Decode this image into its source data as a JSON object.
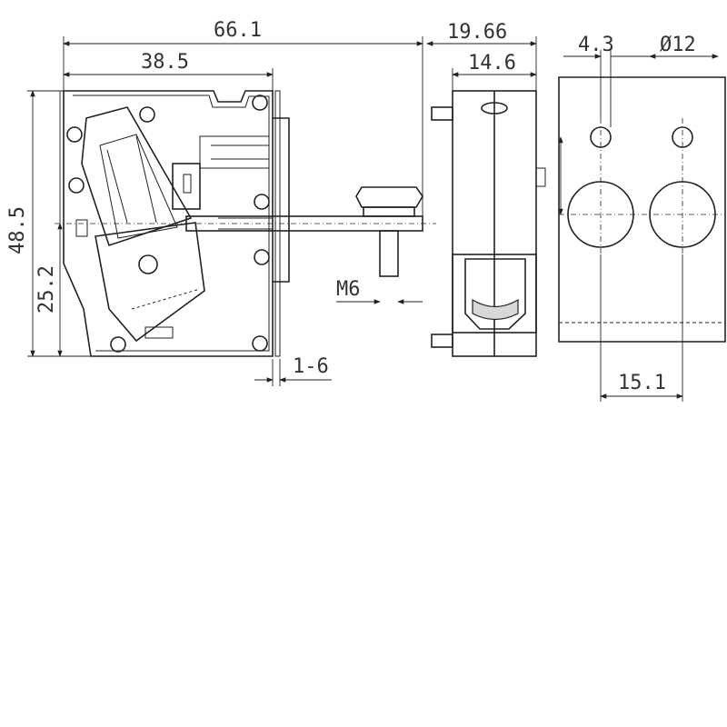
{
  "dimensions": {
    "overall_width": "66.1",
    "body_width": "38.5",
    "side_width": "19.66",
    "side_inner_width": "14.6",
    "hole_diameter_small": "4.3",
    "hole_diameter_large": "Ø12",
    "overall_height": "48.5",
    "rail_height": "25.2",
    "thread": "M6",
    "panel_thickness": "1-6",
    "hole_spacing": "15.1"
  },
  "colors": {
    "line": "#222222",
    "background": "#ffffff"
  }
}
